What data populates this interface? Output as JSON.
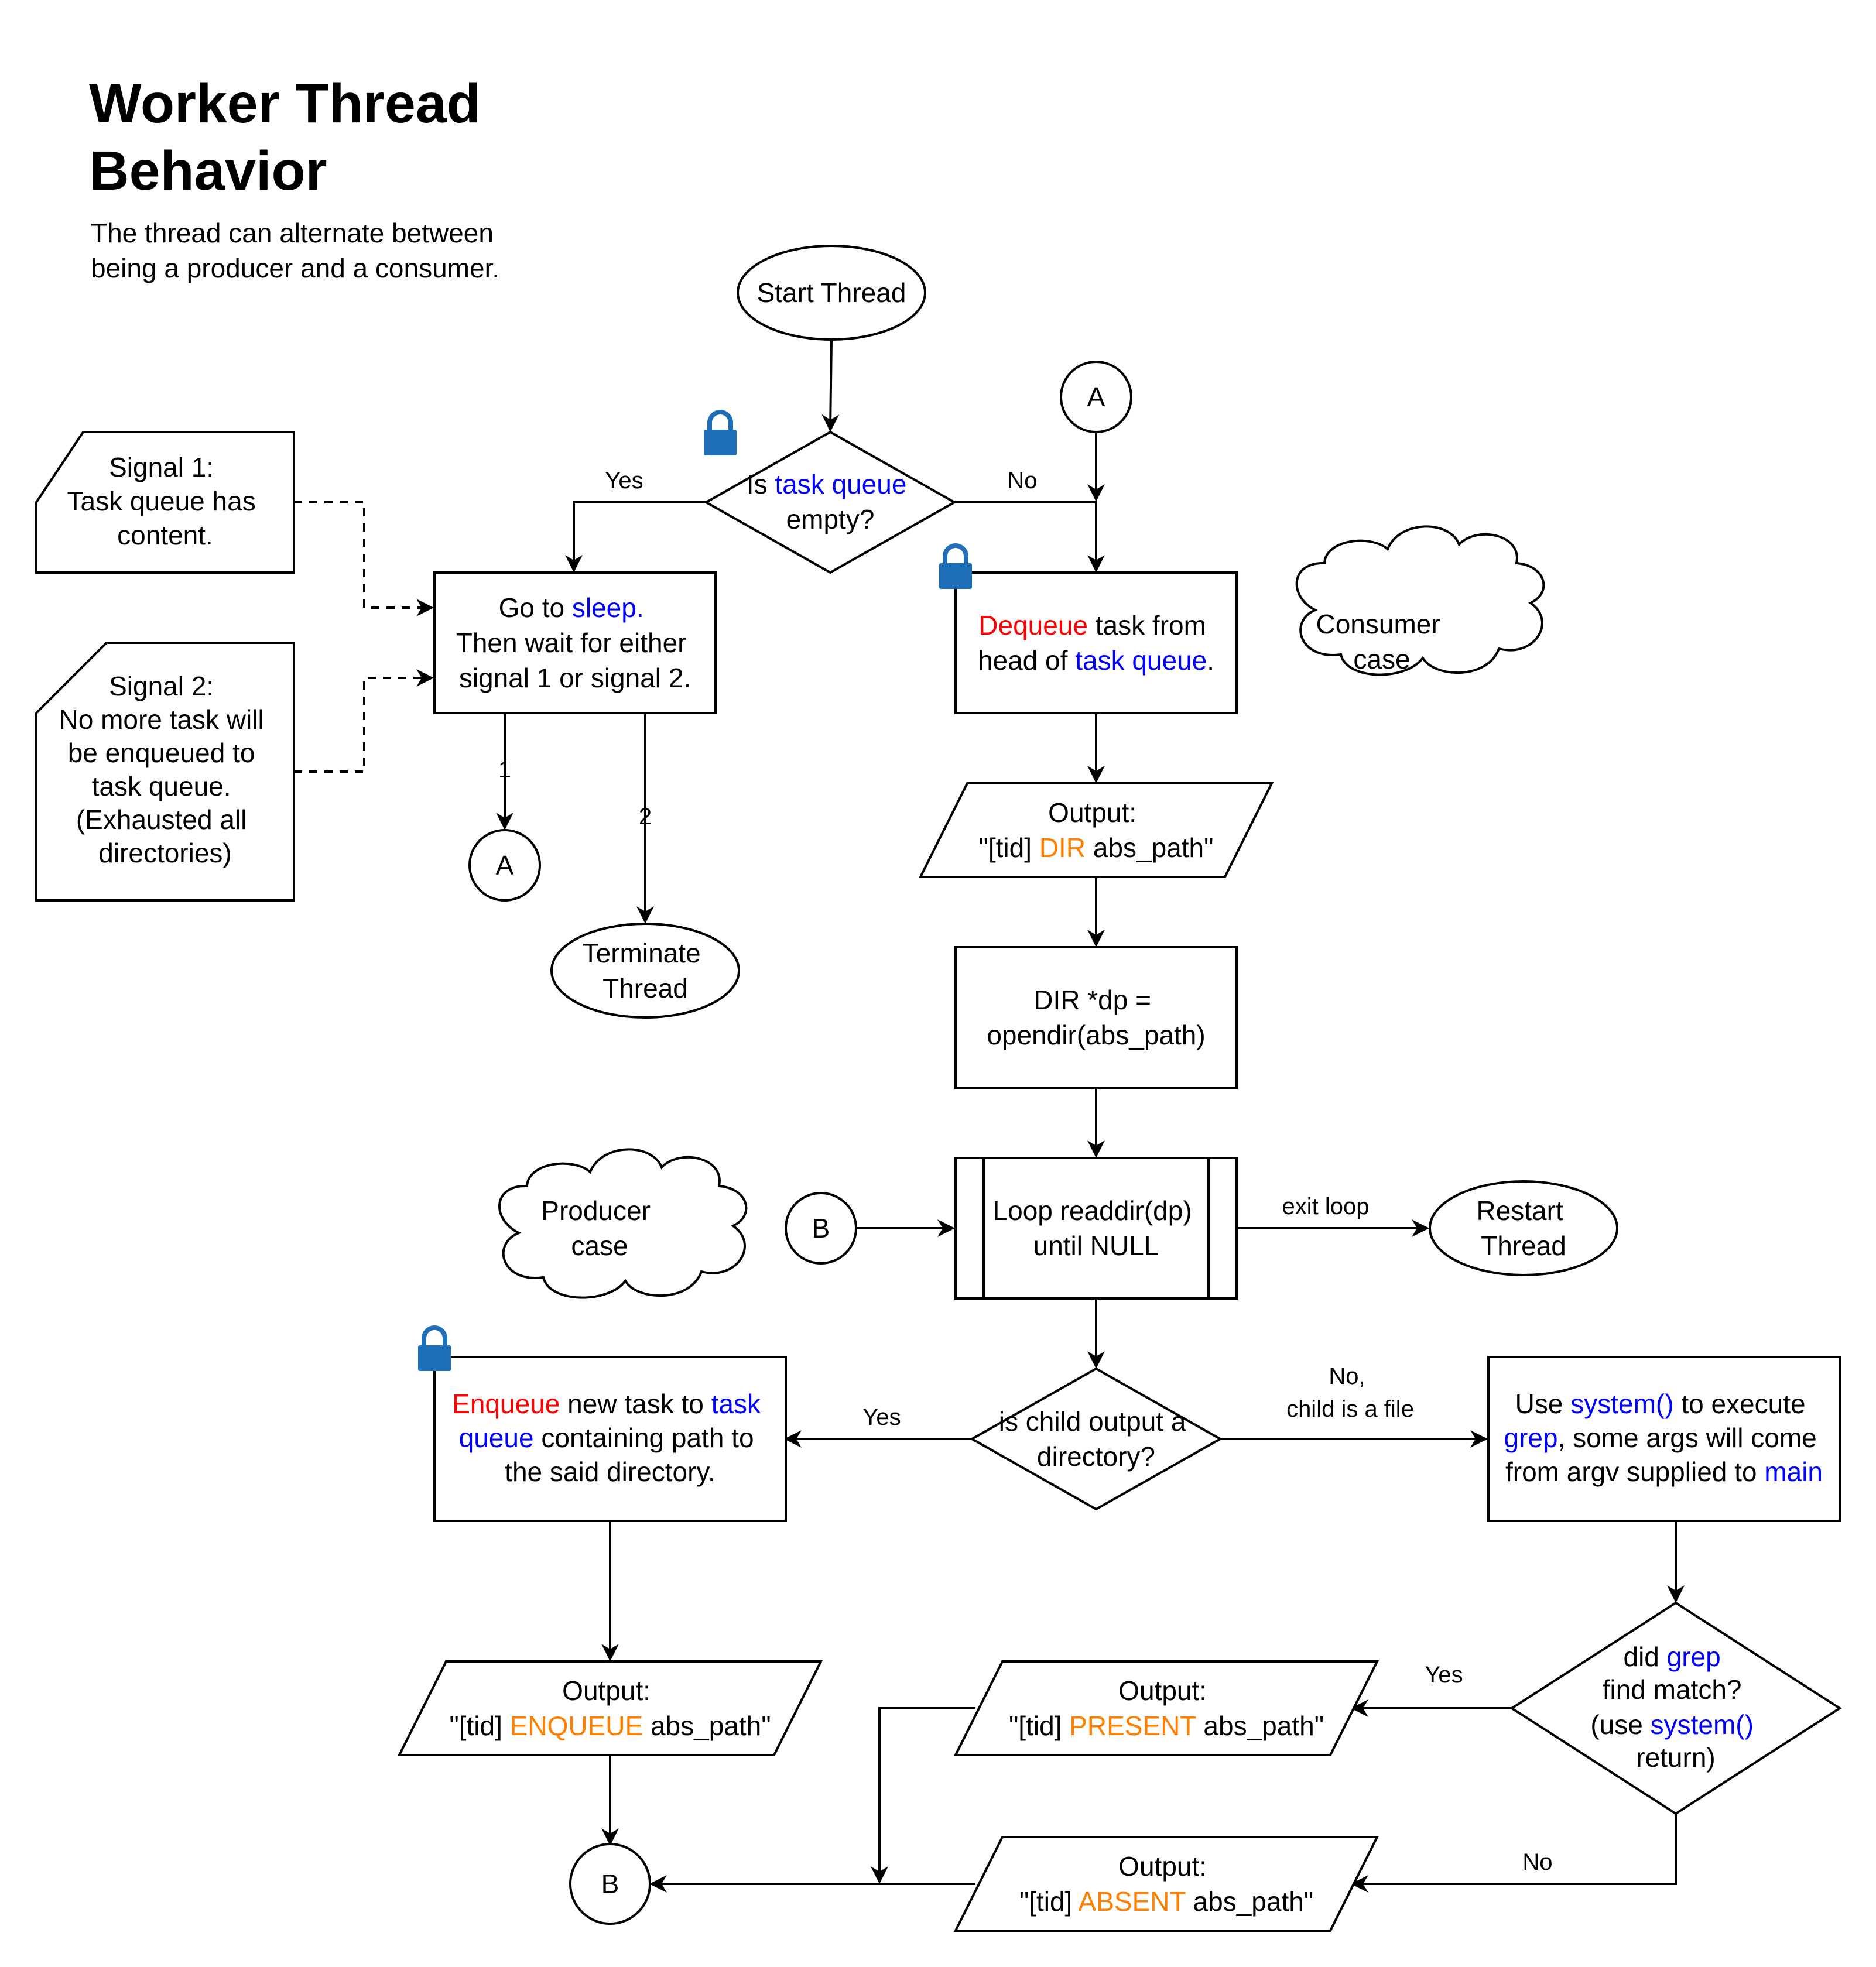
{
  "title_lines": [
    "Worker Thread",
    "Behavior"
  ],
  "subtitle_lines": [
    "The thread can alternate between",
    "being a producer and a consumer."
  ],
  "colors": {
    "keyword_blue": "#0000ff",
    "keyword_red": "#ff0000",
    "keyword_orange": "#ff8000",
    "lock_icon": "#1f6fb8",
    "stroke": "#000000"
  },
  "nodes": {
    "start": [
      "Start Thread"
    ],
    "decision_queue_empty": [
      [
        "Is ",
        "task queue",
        ""
      ],
      [
        "empty?"
      ]
    ],
    "connector_a_top": "A",
    "sleep": [
      [
        "Go to ",
        "sleep",
        "."
      ],
      [
        "Then wait for either"
      ],
      [
        "signal 1 or signal 2."
      ]
    ],
    "dequeue": [
      [
        "Dequeue",
        " task from"
      ],
      [
        "head of ",
        "task queue",
        "."
      ]
    ],
    "signal1": [
      "Signal 1:",
      "Task queue has",
      "content."
    ],
    "signal2": [
      "Signal 2:",
      "No more task will",
      "be enqueued to",
      "task queue.",
      "(Exhausted all",
      "directories)"
    ],
    "connector_a_bottom": "A",
    "terminate": [
      "Terminate",
      "Thread"
    ],
    "consumer_cloud": [
      "Consumer",
      "case"
    ],
    "output_dir": [
      [
        "Output:"
      ],
      [
        "\"[tid] ",
        "DIR",
        " abs_path\""
      ]
    ],
    "opendir": [
      "DIR *dp =",
      "opendir(abs_path)"
    ],
    "producer_cloud": [
      "Producer",
      "case"
    ],
    "connector_b_mid": "B",
    "loop": [
      "Loop readdir(dp)",
      "until NULL"
    ],
    "restart": [
      "Restart",
      "Thread"
    ],
    "enqueue": [
      [
        "Enqueue",
        " new task to ",
        "task"
      ],
      [
        "queue",
        " containing path to"
      ],
      [
        "the said directory."
      ]
    ],
    "decision_is_dir": [
      "is child output a",
      "directory?"
    ],
    "grep_exec": [
      [
        "Use ",
        "system()",
        " to execute"
      ],
      [
        "grep",
        ", some args will come"
      ],
      [
        "from argv supplied to ",
        "main"
      ]
    ],
    "output_enqueue": [
      [
        "Output:"
      ],
      [
        "\"[tid] ",
        "ENQUEUE",
        " abs_path\""
      ]
    ],
    "output_present": [
      [
        "Output:"
      ],
      [
        "\"[tid] ",
        "PRESENT",
        " abs_path\""
      ]
    ],
    "decision_grep": [
      [
        "did ",
        "grep"
      ],
      [
        "find match?"
      ],
      [
        "(use ",
        "system()"
      ],
      [
        "return)"
      ]
    ],
    "output_absent": [
      [
        "Output:"
      ],
      [
        "\"[tid] ",
        "ABSENT",
        " abs_path\""
      ]
    ],
    "connector_b_bottom": "B"
  },
  "edge_labels": {
    "queue_yes": "Yes",
    "queue_no": "No",
    "sleep_1": "1",
    "sleep_2": "2",
    "loop_exit": "exit loop",
    "isdir_yes": "Yes",
    "isdir_no": [
      "No,",
      "child is a file"
    ],
    "grep_yes": "Yes",
    "grep_no": "No"
  },
  "icons": [
    "lock-icon",
    "lock-icon",
    "lock-icon"
  ]
}
